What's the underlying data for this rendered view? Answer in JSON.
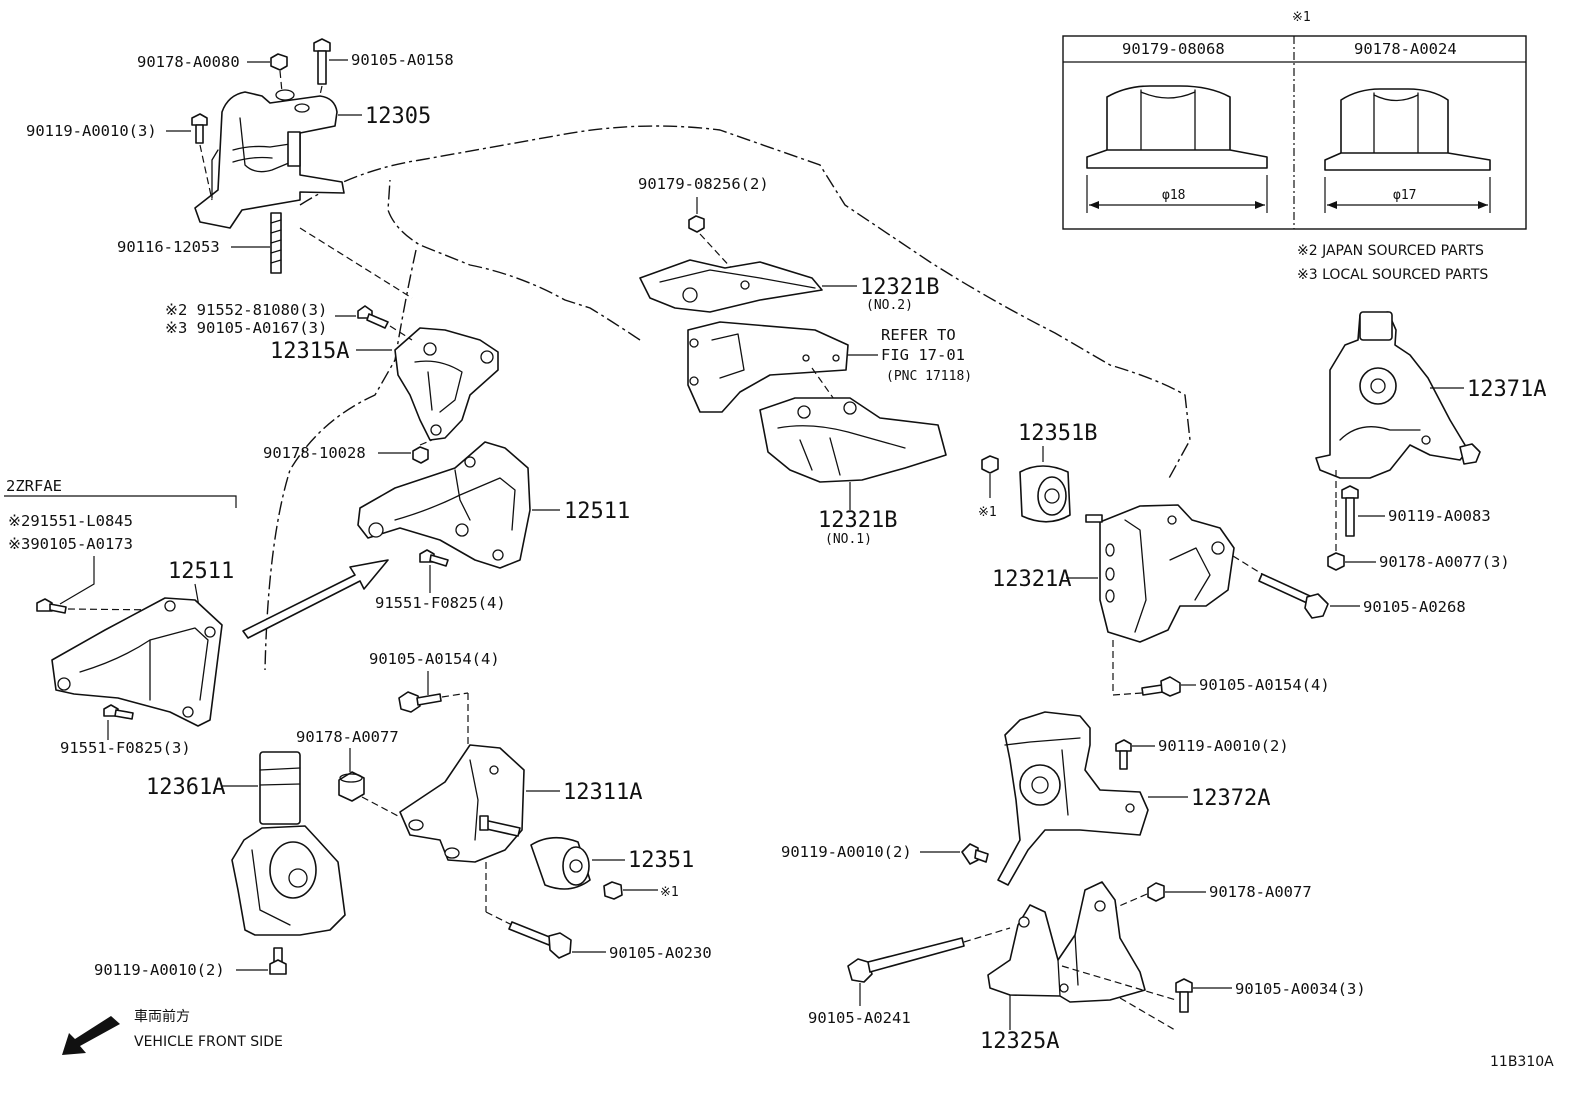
{
  "labels": {
    "p90178_A0080": "90178-A0080",
    "p90105_A0158": "90105-A0158",
    "p12305": "12305",
    "p90119_A0010_3": "90119-A0010(3)",
    "p90116_12053": "90116-12053",
    "p91552_81080": "※2 91552-81080(3)",
    "p90105_A0167": "※3 90105-A0167(3)",
    "p12315A": "12315A",
    "p90178_10028": "90178-10028",
    "p12511_main": "12511",
    "p91551_F0825_4": "91551-F0825(4)",
    "p2ZRFAE": "2ZRFAE",
    "p91551_L0845": "※291551-L0845",
    "p90105_A0173": "※390105-A0173",
    "p12511_sub": "12511",
    "p91551_F0825_3": "91551-F0825(3)",
    "p90179_08256": "90179-08256(2)",
    "p12321B_no2": "12321B",
    "p_no2": "(NO.2)",
    "refer_to": "REFER TO",
    "fig": "FIG 17-01",
    "pnc": "(PNC 17118)",
    "p12321B_no1": "12321B",
    "p_no1": "(NO.1)",
    "p12351B": "12351B",
    "mark1_a": "※1",
    "p12321A": "12321A",
    "p90105_A0268": "90105-A0268",
    "p90105_A0154_4_r": "90105-A0154(4)",
    "p90119_A0010_2_a": "90119-A0010(2)",
    "p12372A": "12372A",
    "p90119_A0010_2_b": "90119-A0010(2)",
    "p90178_A0077_r": "90178-A0077",
    "p90105_A0034": "90105-A0034(3)",
    "p90105_A0241": "90105-A0241",
    "p12325A": "12325A",
    "p12371A": "12371A",
    "p90119_A0083": "90119-A0083",
    "p90178_A0077_3": "90178-A0077(3)",
    "p90105_A0154_4_c": "90105-A0154(4)",
    "p90178_A0077_c": "90178-A0077",
    "p12361A": "12361A",
    "p12311A": "12311A",
    "p12351": "12351",
    "mark1_b": "※1",
    "p90105_A0230": "90105-A0230",
    "p90119_A0010_2_c": "90119-A0010(2)",
    "vehicle_jp": "車両前方",
    "vehicle_en": "VEHICLE FRONT SIDE",
    "diagram_id": "11B310A"
  },
  "nut_table": {
    "marker": "※1",
    "col1_part": "90179-08068",
    "col2_part": "90178-A0024",
    "col1_dim": "φ18",
    "col2_dim": "φ17"
  },
  "notes": {
    "japan": "※2 JAPAN SOURCED PARTS",
    "local": "※3 LOCAL SOURCED PARTS"
  }
}
